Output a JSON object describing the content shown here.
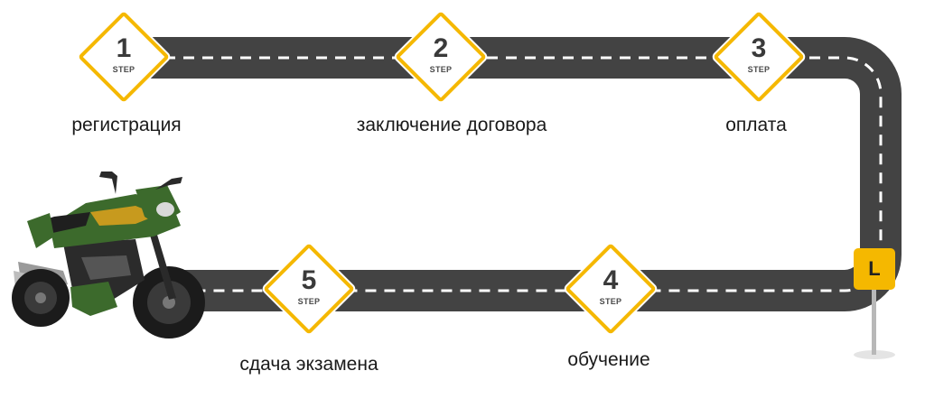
{
  "steps": [
    {
      "number": "1",
      "word": "STEP",
      "label": "регистрация"
    },
    {
      "number": "2",
      "word": "STEP",
      "label": "заключение договора"
    },
    {
      "number": "3",
      "word": "STEP",
      "label": "оплата"
    },
    {
      "number": "4",
      "word": "STEP",
      "label": "обучение"
    },
    {
      "number": "5",
      "word": "STEP",
      "label": "сдача экзамена"
    }
  ],
  "sign": {
    "letter": "L"
  },
  "colors": {
    "road": "#434343",
    "accent": "#f5b800",
    "dash": "#ffffff",
    "bike": "#3c6a2c"
  }
}
